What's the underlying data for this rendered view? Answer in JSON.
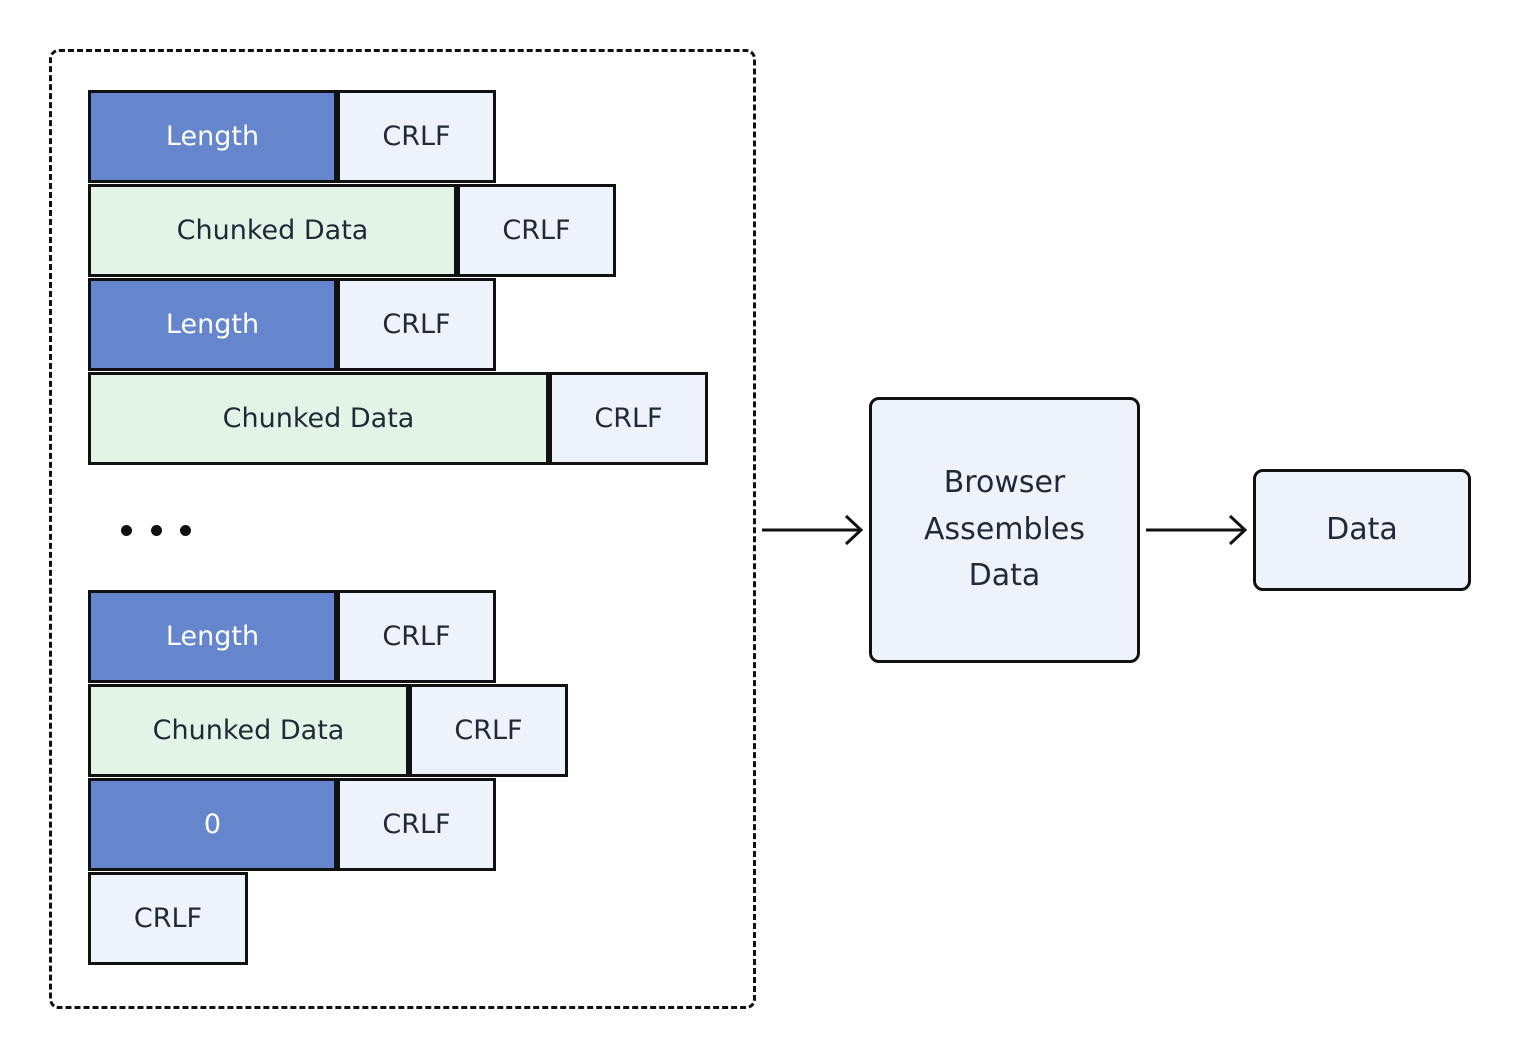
{
  "group": {
    "top_rows": [
      {
        "label": "Length",
        "kind": "length",
        "crlf": "CRLF"
      },
      {
        "label": "Chunked Data",
        "kind": "chunk",
        "crlf": "CRLF"
      },
      {
        "label": "Length",
        "kind": "length",
        "crlf": "CRLF"
      },
      {
        "label": "Chunked Data",
        "kind": "chunk",
        "crlf": "CRLF"
      }
    ],
    "ellipsis": "...",
    "bottom_rows": [
      {
        "label": "Length",
        "kind": "length",
        "crlf": "CRLF"
      },
      {
        "label": "Chunked Data",
        "kind": "chunk",
        "crlf": "CRLF"
      },
      {
        "label": "0",
        "kind": "length",
        "crlf": "CRLF"
      }
    ],
    "final_crlf": "CRLF"
  },
  "assembler": {
    "label": "Browser Assembles Data",
    "lines": [
      "Browser",
      "Assembles",
      "Data"
    ]
  },
  "output": {
    "label": "Data"
  },
  "colors": {
    "length_fill": "#6585cc",
    "chunk_fill": "#e2f4e6",
    "crlf_fill": "#eef2fb",
    "node_fill": "#eef2fb",
    "stroke": "#111111"
  }
}
